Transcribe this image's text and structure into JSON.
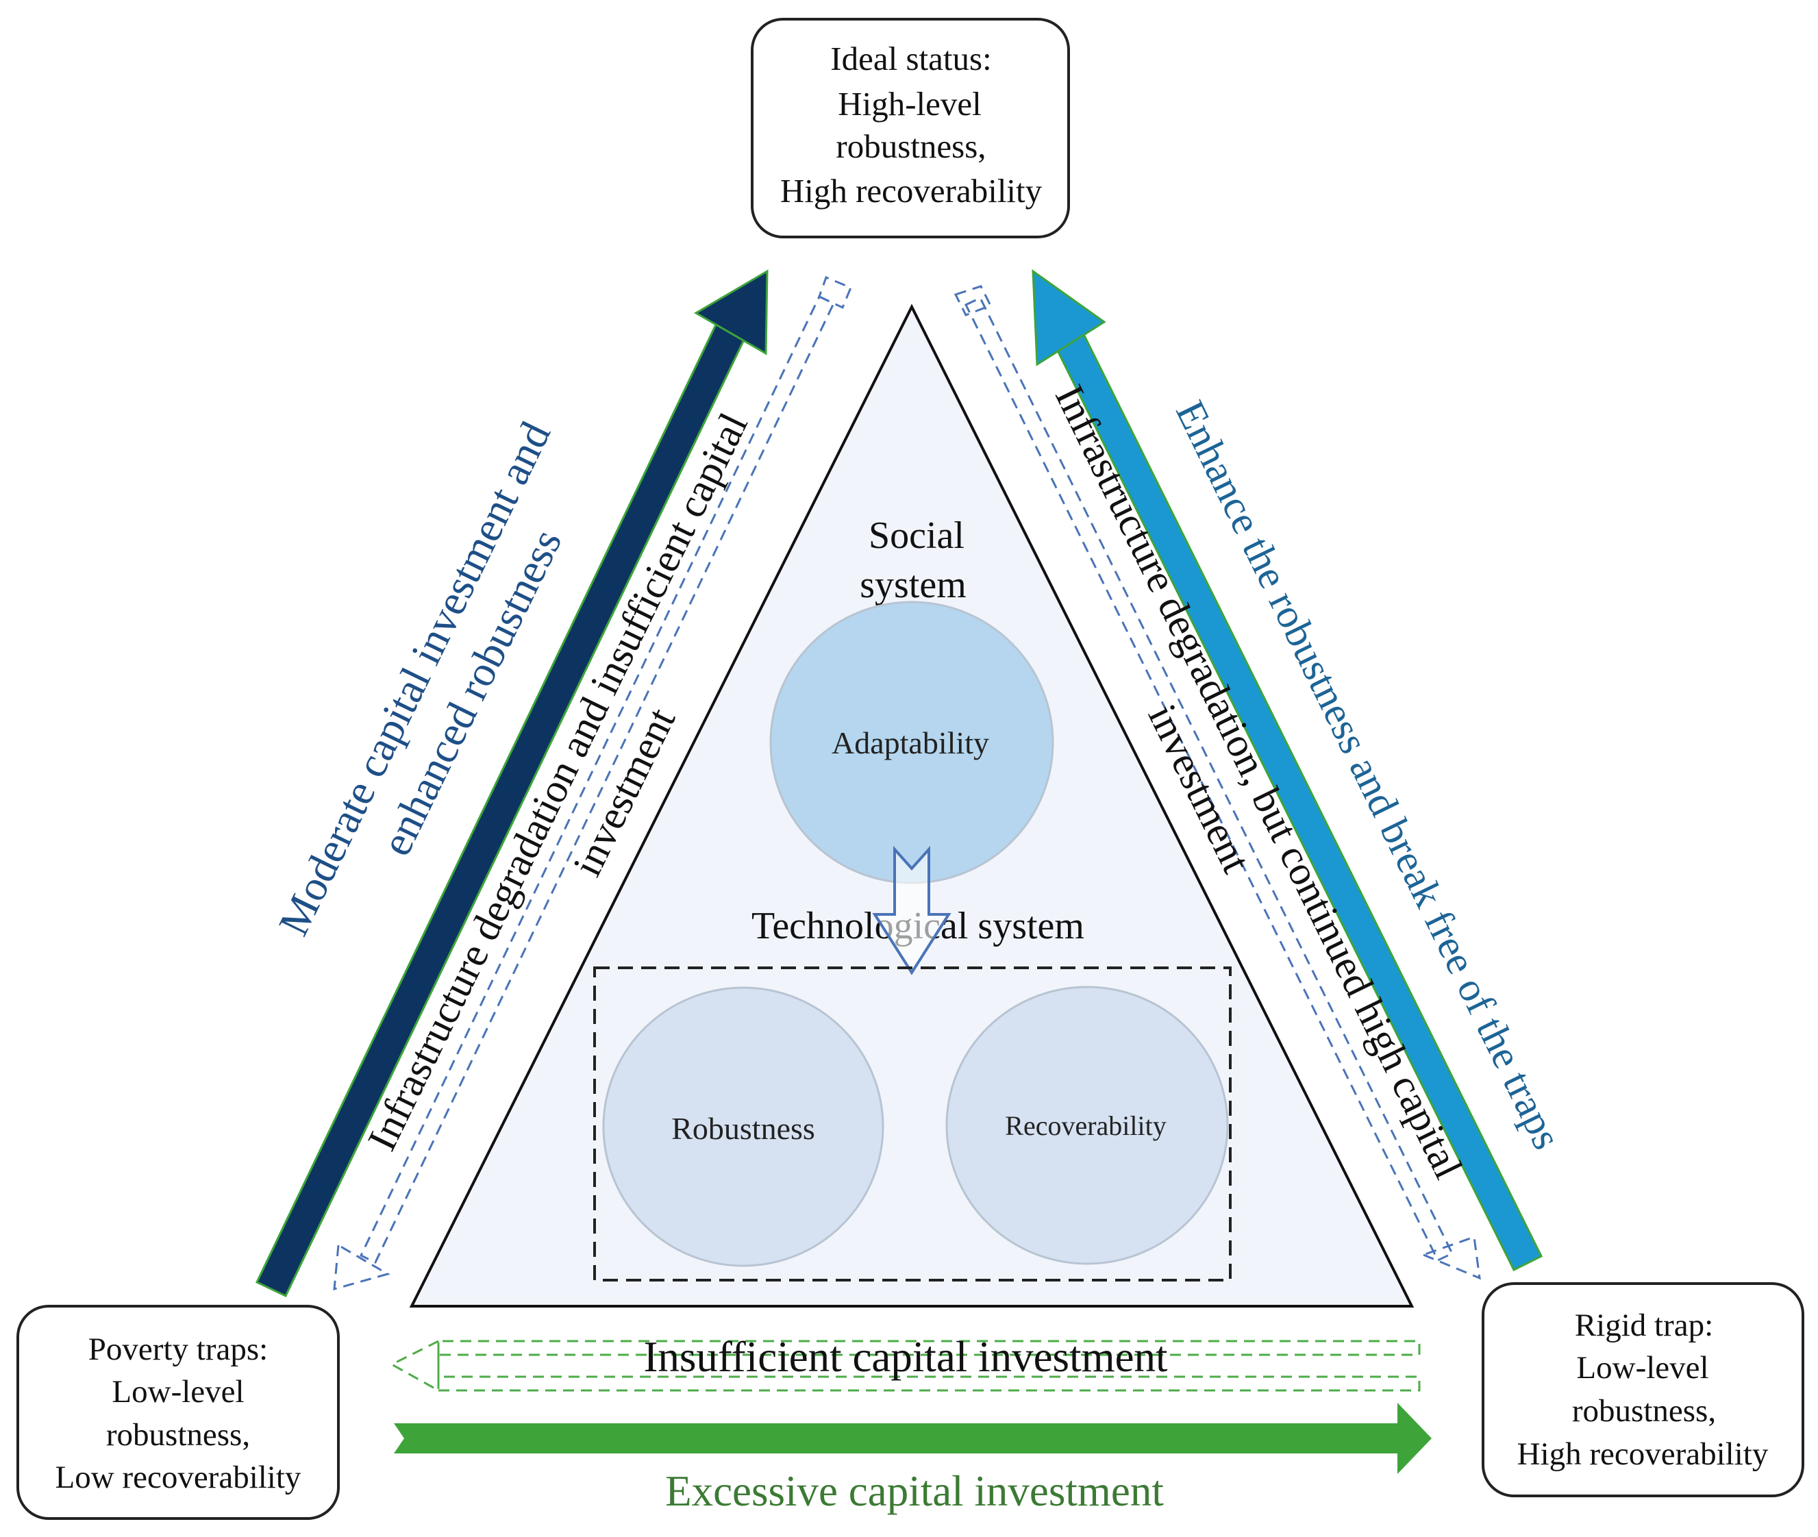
{
  "boxes": {
    "ideal": {
      "lines": [
        "Ideal status:",
        "High-level",
        "robustness,",
        "High recoverability"
      ]
    },
    "poverty": {
      "lines": [
        "Poverty traps:",
        "Low-level",
        "robustness,",
        "Low recoverability"
      ]
    },
    "rigid": {
      "lines": [
        "Rigid trap:",
        "Low-level",
        "robustness,",
        "High recoverability"
      ]
    }
  },
  "triangle": {
    "social_system": [
      "Social",
      "system"
    ],
    "technological_system": "Technological system",
    "circles": {
      "adaptability": "Adaptability",
      "robustness": "Robustness",
      "recoverability": "Recoverability"
    }
  },
  "arrows": {
    "left_outer": [
      "Moderate capital investment and",
      "enhanced robustness"
    ],
    "left_inner": [
      "Infrastructure degradation and insufficient capital",
      "investment"
    ],
    "right_inner": [
      "Infrastructure degradation, but continued high capital",
      "investment"
    ],
    "right_outer": "Enhance the robustness and break free of the traps",
    "bottom_dashed": "Insufficient capital investment",
    "bottom_solid": "Excessive capital investment"
  },
  "colors": {
    "navy": "#0d3360",
    "sky_blue": "#1b98d2",
    "green": "#3ea43a",
    "dark_green": "#3c7a34",
    "dashed_blue": "#4a74b8",
    "dashed_green": "#4dac49",
    "circle_top": "#b5d6ee",
    "circle_bottom": "#d6e2f2",
    "triangle_fill": "#f1f5fb",
    "label_blue": "#1e4f87",
    "label_right_blue": "#1d6496"
  }
}
